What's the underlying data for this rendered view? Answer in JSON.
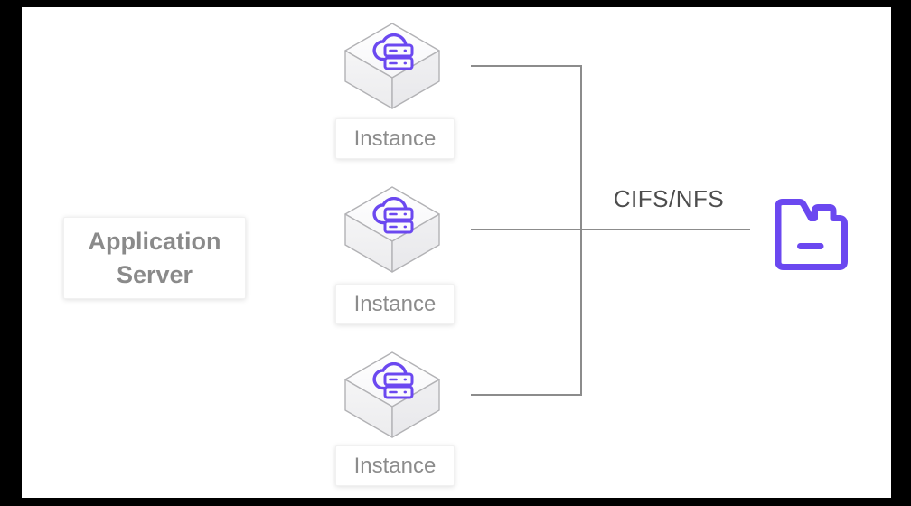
{
  "diagram": {
    "app_server": {
      "label": "Application Server"
    },
    "instances": [
      {
        "label": "Instance"
      },
      {
        "label": "Instance"
      },
      {
        "label": "Instance"
      }
    ],
    "connection": {
      "protocol_label": "CIFS/NFS"
    },
    "storage": {
      "icon": "folder-icon"
    },
    "colors": {
      "accent_purple": "#6B48F0",
      "connector_gray": "#8C8C8C",
      "node_text_gray": "#8C8C8C",
      "app_text_gray": "#8A8A8A",
      "protocol_text": "#4D4D4D",
      "cube_edge": "#B2B2B5",
      "frame_black": "#000000",
      "canvas_white": "#FFFFFF"
    }
  }
}
